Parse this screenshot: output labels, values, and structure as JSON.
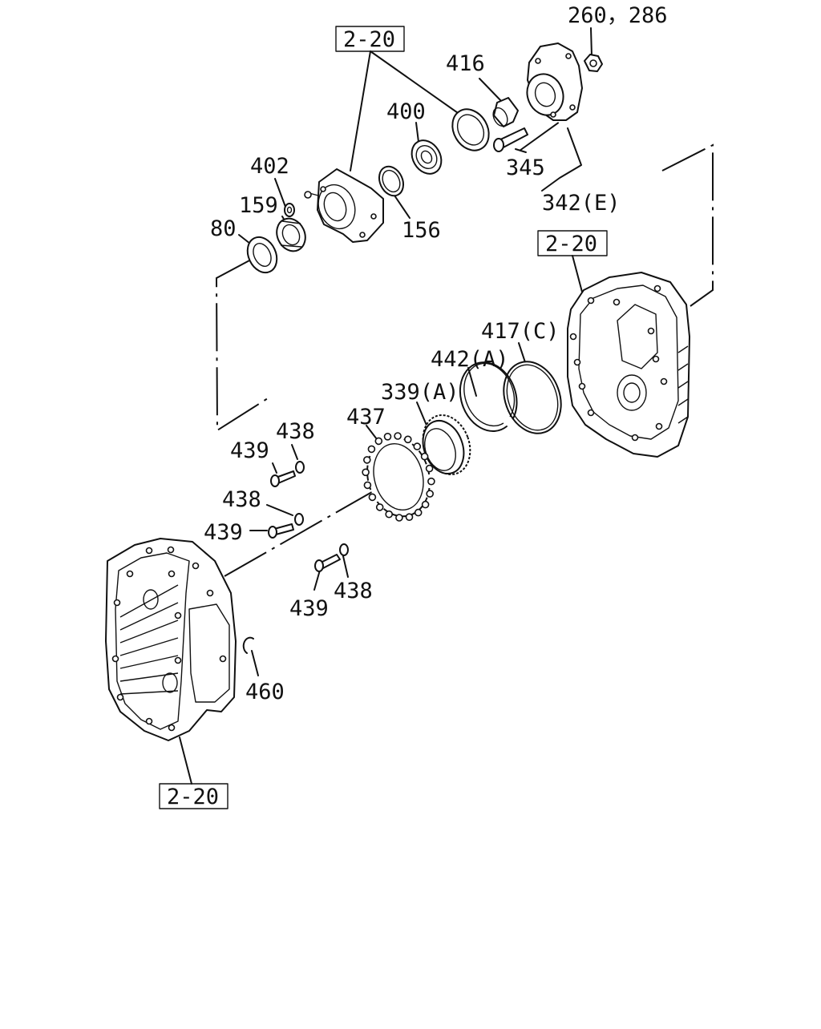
{
  "diagram": {
    "callouts": {
      "ref_top": "2-20",
      "ref_right": "2-20",
      "ref_bottom": "2-20",
      "p260_286": "260，286",
      "p416": "416",
      "p400": "400",
      "p402": "402",
      "p159": "159",
      "p80": "80",
      "p156": "156",
      "p345": "345",
      "p342e": "342(E)",
      "p417c": "417(C)",
      "p442a": "442(A)",
      "p339a": "339(A)",
      "p437": "437",
      "p438a": "438",
      "p439a": "439",
      "p438b": "438",
      "p439b": "439",
      "p439c": "439",
      "p438c": "438",
      "p460": "460"
    }
  }
}
